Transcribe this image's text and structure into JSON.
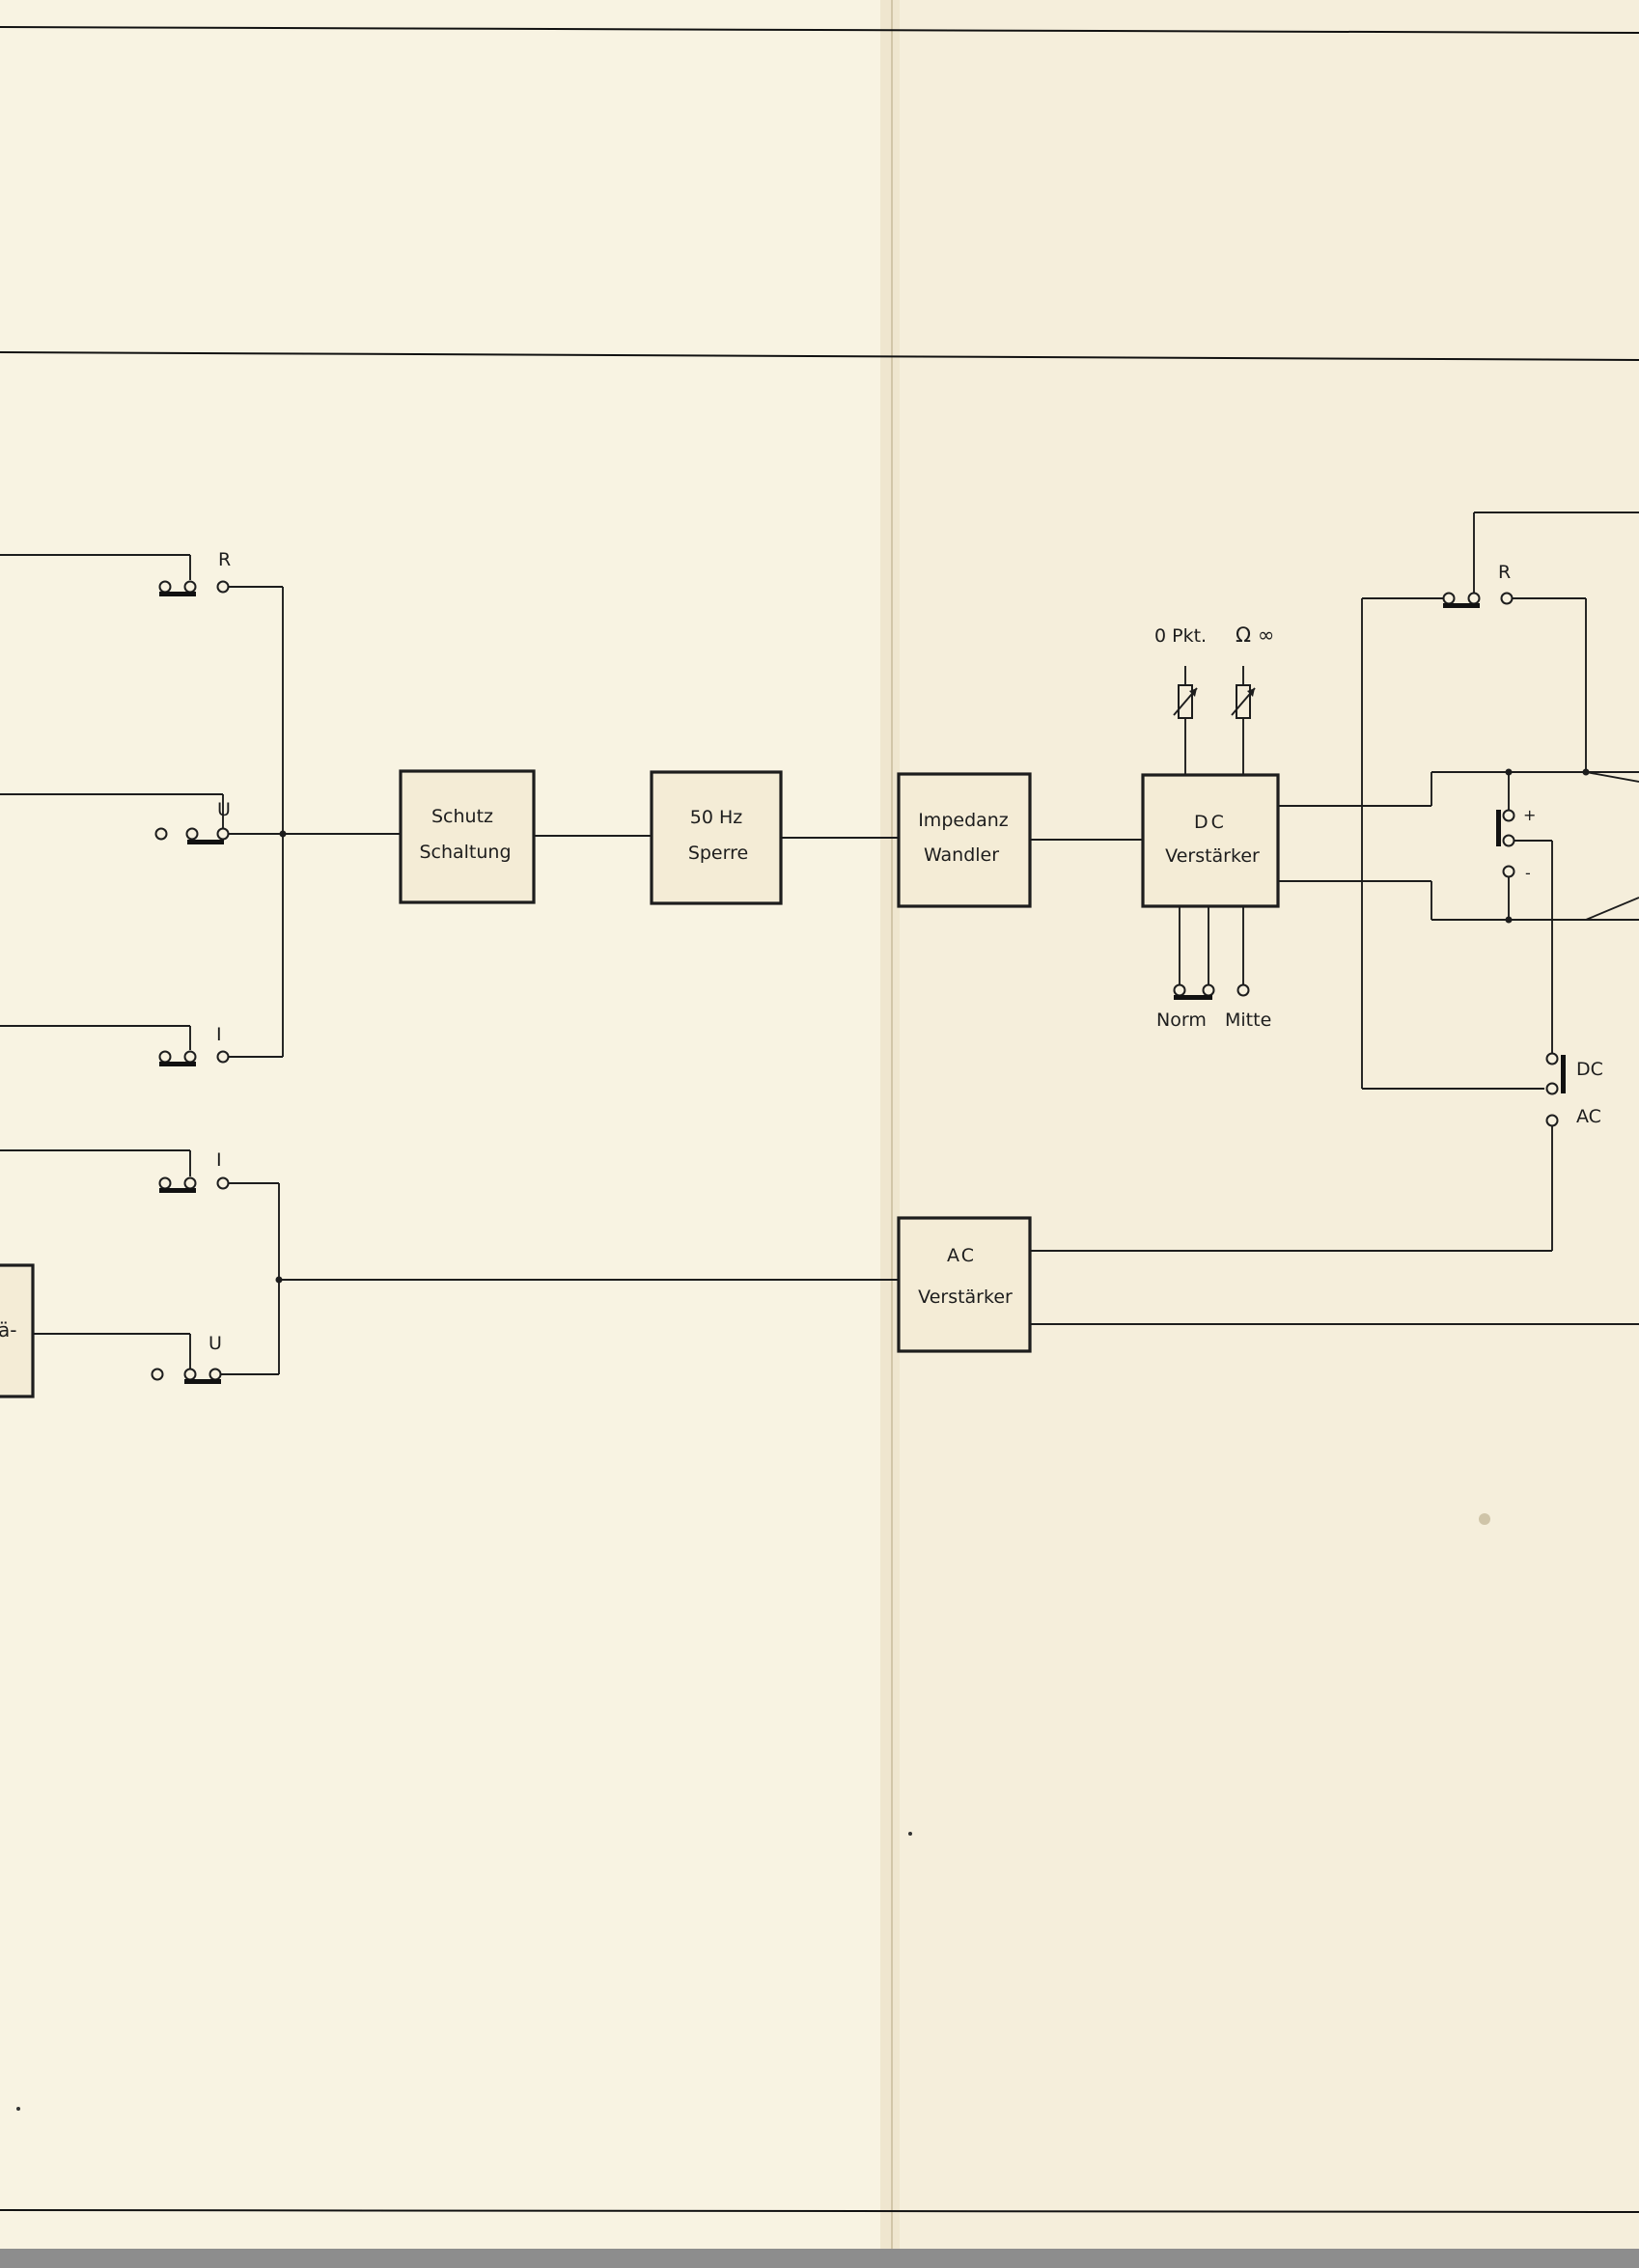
{
  "blocks": {
    "schutz": [
      "Schutz",
      "Schaltung"
    ],
    "sperre": [
      "50 Hz",
      "Sperre"
    ],
    "impedanz": [
      "Impedanz",
      "Wandler"
    ],
    "dc_amp": [
      "DC",
      "Verstärker"
    ],
    "ac_amp": [
      "AC",
      "Verstärker"
    ],
    "left_partial": "ä-"
  },
  "switch_labels": {
    "r_left": "R",
    "u_left": "U",
    "i_left": "I",
    "i_left_lower": "I",
    "u_left_lower": "U",
    "r_right": "R",
    "plus": "+",
    "minus": "-",
    "dc": "DC",
    "ac": "AC"
  },
  "potentiometers": {
    "zero": "0 Pkt.",
    "infinity": "Ω ∞"
  },
  "mode_switch": {
    "norm": "Norm",
    "mitte": "Mitte"
  }
}
